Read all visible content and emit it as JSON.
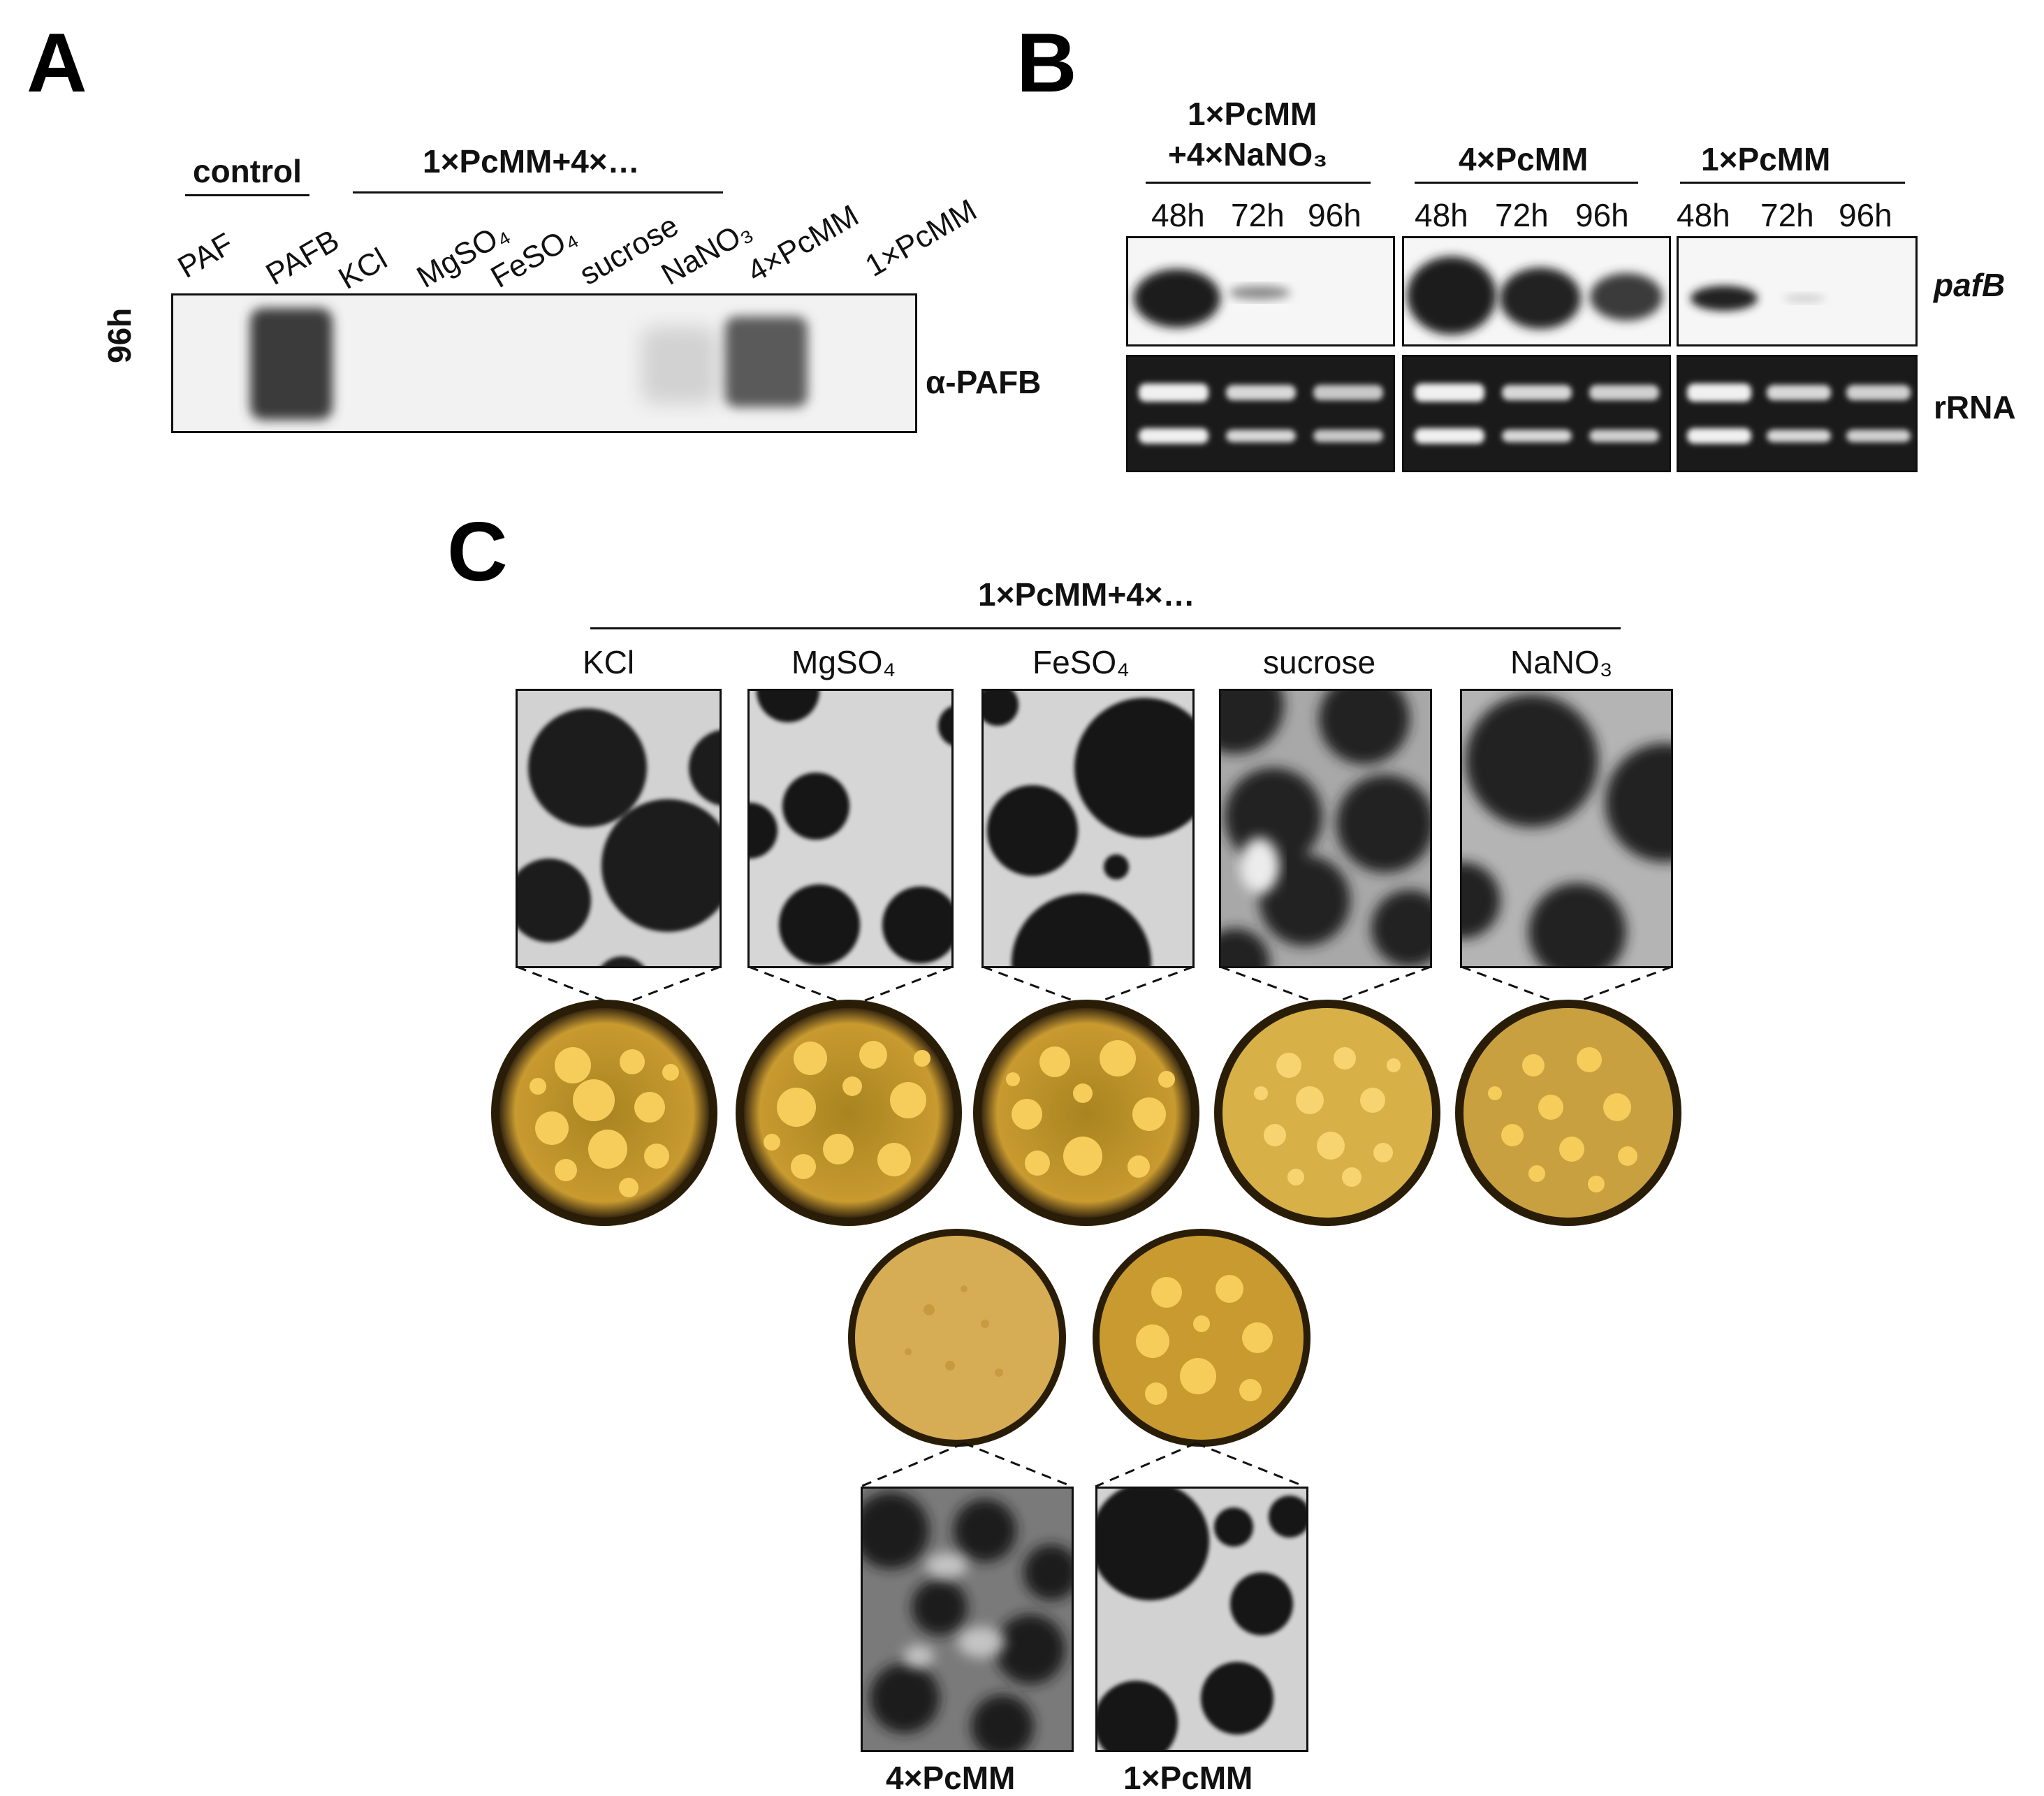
{
  "panels": {
    "a": "A",
    "b": "B",
    "c": "C"
  },
  "panel_a": {
    "row_label": "96h",
    "group_control": "control",
    "group_supplement": "1×PcMM+4×…",
    "lanes": [
      "PAF",
      "PAFB",
      "KCl",
      "MgSO₄",
      "FeSO₄",
      "sucrose",
      "NaNO₃",
      "4×PcMM",
      "1×PcMM"
    ],
    "antibody_label": "α-PAFB"
  },
  "panel_b": {
    "groups": [
      {
        "line1": "1×PcMM",
        "line2": "+4×NaNO₃",
        "times": [
          "48h",
          "72h",
          "96h"
        ]
      },
      {
        "line1": "4×PcMM",
        "line2": "",
        "times": [
          "48h",
          "72h",
          "96h"
        ]
      },
      {
        "line1": "1×PcMM",
        "line2": "",
        "times": [
          "48h",
          "72h",
          "96h"
        ]
      }
    ],
    "gene_label": "pafB",
    "loading_label": "rRNA"
  },
  "panel_c": {
    "group_supplement": "1×PcMM+4×…",
    "conditions": [
      "KCl",
      "MgSO₄",
      "FeSO₄",
      "sucrose",
      "NaNO₃"
    ],
    "bottom_conditions": [
      "4×PcMM",
      "1×PcMM"
    ]
  },
  "colors": {
    "plate_fill": "#d4a43a",
    "colony": "#f6cc5a",
    "plate_rim": "#3a2a10",
    "micrograph_bg": "#cfcfcf",
    "micrograph_colony": "#1a1a1a"
  }
}
